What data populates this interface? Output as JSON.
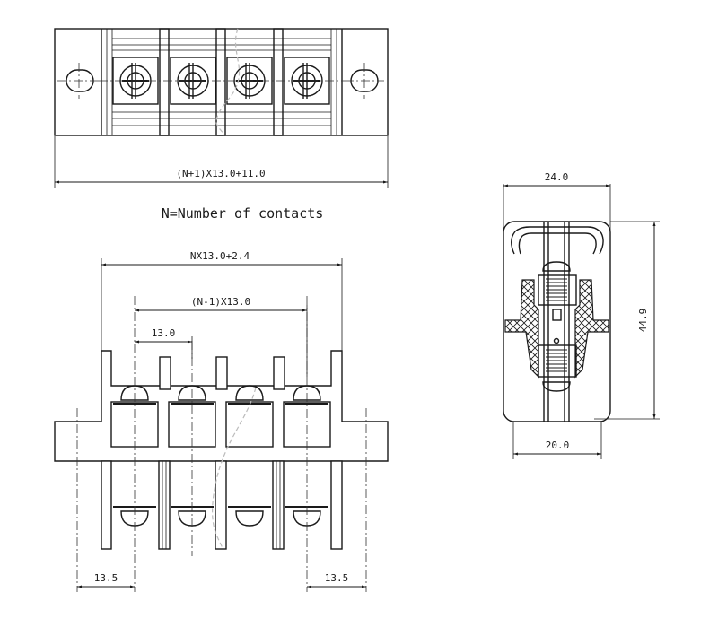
{
  "drawing": {
    "subject": "Terminal block dimension drawing",
    "note": "N=Number of contacts",
    "contacts_shown": 4,
    "line_color": "#1a1a1a",
    "background": "#ffffff"
  },
  "top_view": {
    "dimensions": {
      "overall_length": "(N+1)X13.0+11.0"
    }
  },
  "front_view": {
    "dimensions": {
      "body_length": "NX13.0+2.4",
      "outer_pitch_span": "(N-1)X13.0",
      "pitch": "13.0",
      "left_mount_offset": "13.5",
      "right_mount_offset": "13.5"
    }
  },
  "side_view": {
    "dimensions": {
      "top_width": "24.0",
      "height": "44.9",
      "base_width": "20.0"
    }
  }
}
